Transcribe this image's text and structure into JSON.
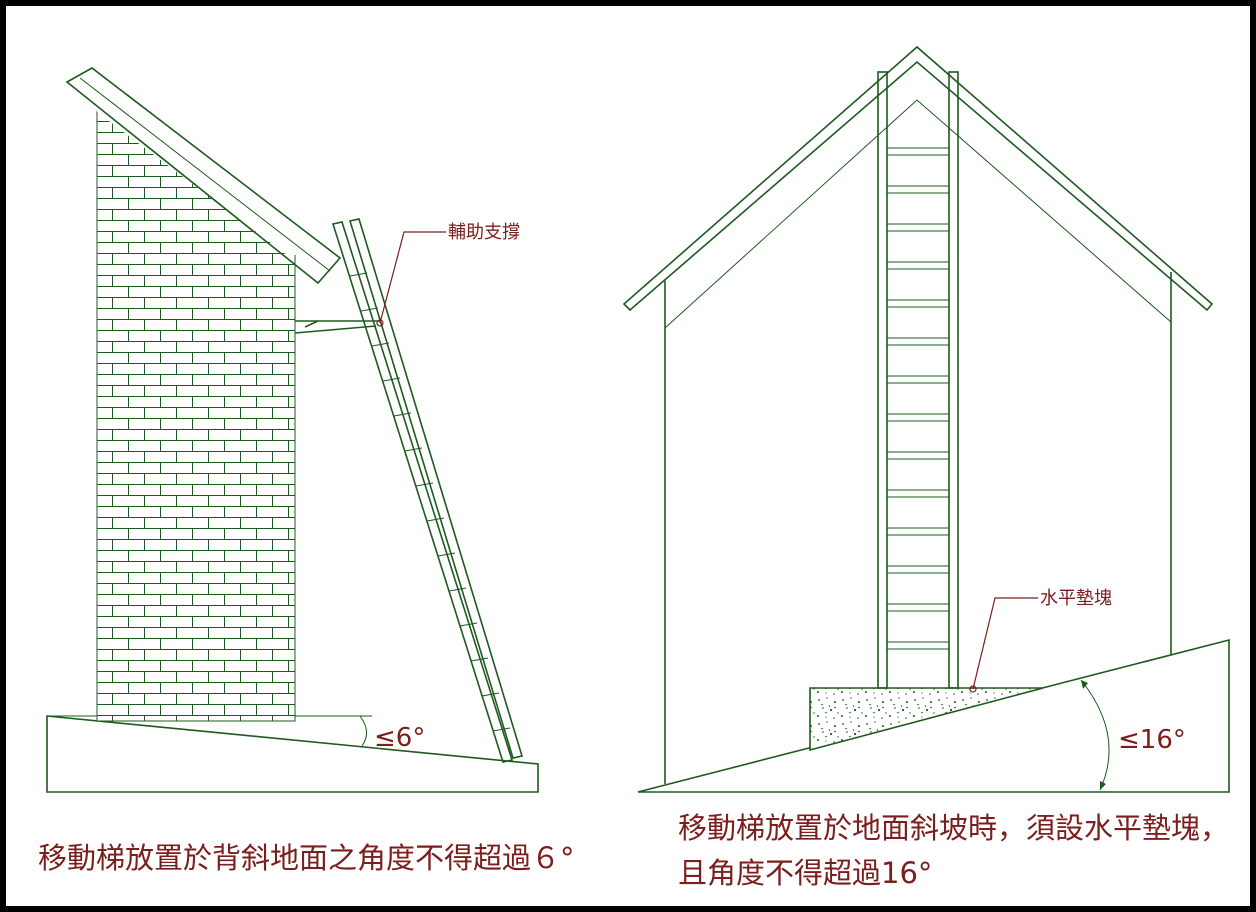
{
  "left_diagram": {
    "support_label": "輔助支撐",
    "angle_label": "≤6°",
    "caption": "移動梯放置於背斜地面之角度不得超過６°"
  },
  "right_diagram": {
    "pad_label": "水平墊塊",
    "angle_label": "≤16°",
    "caption_line1": "移動梯放置於地面斜坡時，須設水平墊塊，",
    "caption_line2": "且角度不得超過16°"
  },
  "colors": {
    "line": "#1e5a1e",
    "text": "#7a1e1e",
    "border": "#000000"
  }
}
